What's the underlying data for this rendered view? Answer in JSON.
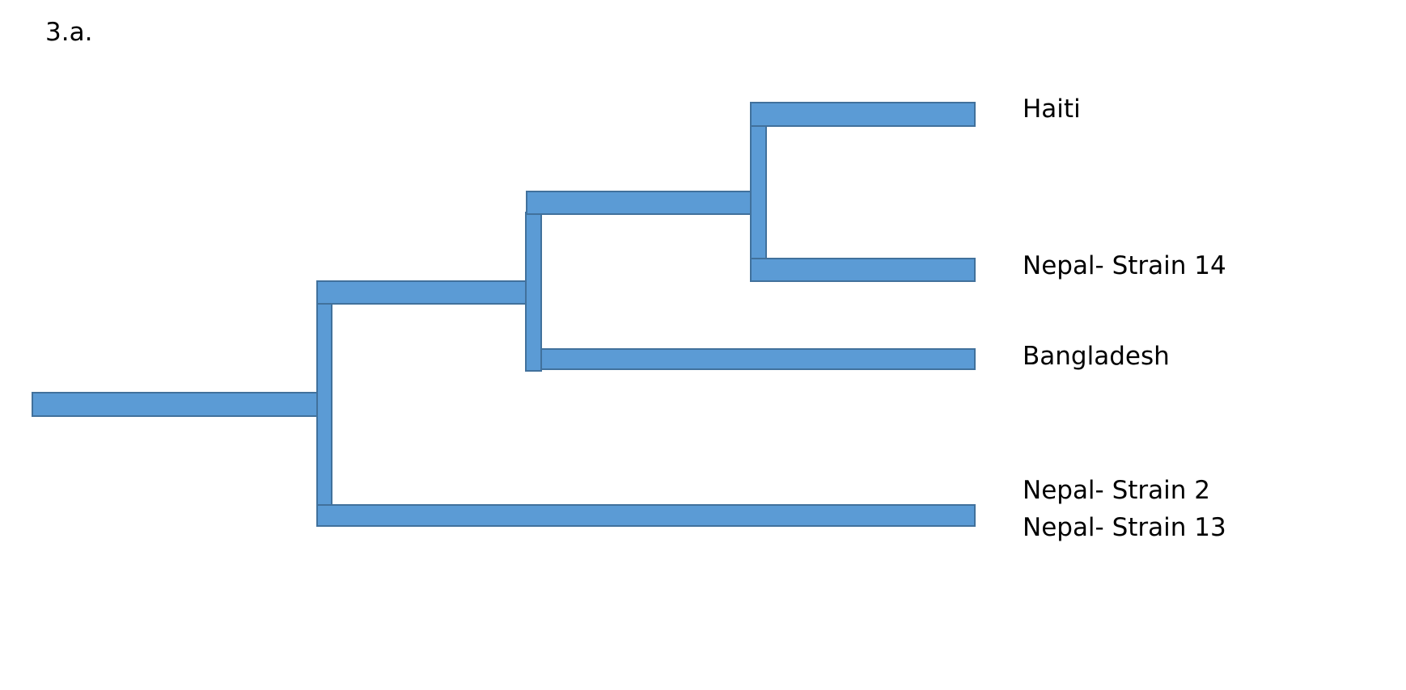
{
  "figure": {
    "label": "3.a."
  },
  "tree": {
    "leaves": {
      "haiti": "Haiti",
      "nepal_strain_14": "Nepal- Strain 14",
      "bangladesh": "Bangladesh",
      "nepal_strain_2": "Nepal- Strain 2",
      "nepal_strain_13": "Nepal- Strain 13"
    }
  },
  "colors": {
    "branch_fill": "#5b9bd5",
    "branch_stroke": "#41719c",
    "text": "#000000",
    "background": "#ffffff"
  }
}
